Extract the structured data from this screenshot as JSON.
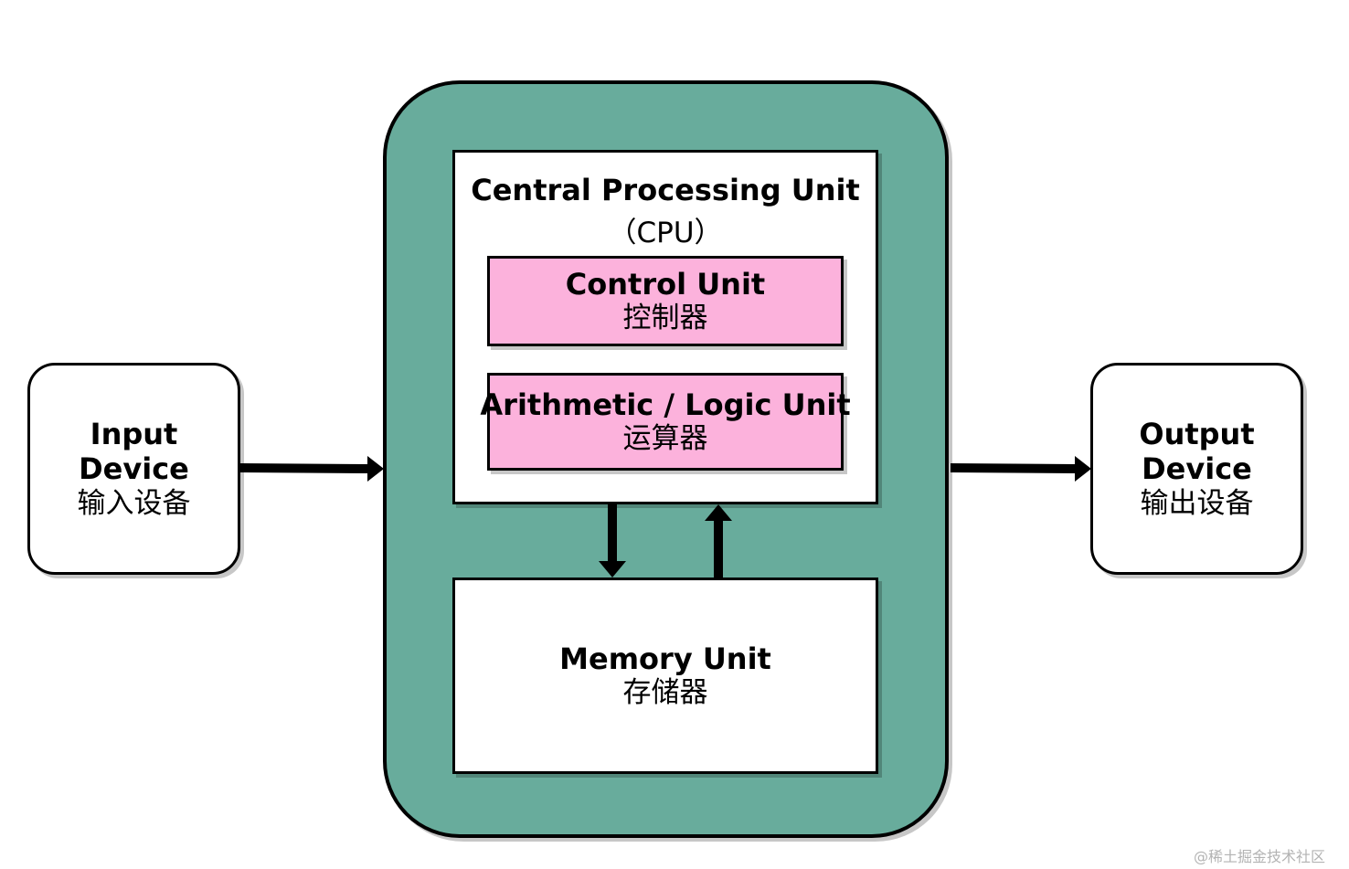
{
  "colors": {
    "cpu_container": "#68ac9c",
    "unit_fill": "#fcb2dc",
    "stroke": "#000000",
    "background": "#ffffff"
  },
  "input_device": {
    "label_line1": "Input",
    "label_line2": "Device",
    "label_zh": "输入设备"
  },
  "output_device": {
    "label_line1": "Output",
    "label_line2": "Device",
    "label_zh": "输出设备"
  },
  "cpu": {
    "title": "Central Processing Unit",
    "abbr": "（CPU）",
    "control_unit": {
      "label": "Control Unit",
      "label_zh": "控制器"
    },
    "alu": {
      "label": "Arithmetic / Logic Unit",
      "label_zh": "运算器"
    }
  },
  "memory": {
    "label": "Memory Unit",
    "label_zh": "存储器"
  },
  "watermark": "@稀土掘金技术社区"
}
